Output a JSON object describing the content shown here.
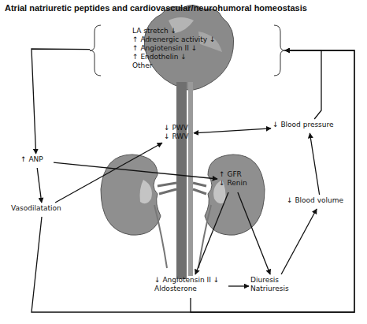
{
  "diagram": {
    "title": "Atrial natriuretic peptides and cardiovascular/neurohumoral homeostasis",
    "nodes": [
      {
        "text": [
          "LA stretch ↓",
          "↑ Adrenergic activity ↓",
          "↑ Angiotensin II ↓",
          "↑ Endothelin ↓",
          "Other"
        ]
      },
      {
        "text": [
          "↑ ANP"
        ]
      },
      {
        "text": [
          "Vasodilatation"
        ]
      },
      {
        "text": [
          "↓ PWV ↓ RWV"
        ]
      },
      {
        "text": [
          "↓ Blood pressure"
        ]
      },
      {
        "text": [
          "↑ GFR ↓ Renin"
        ]
      },
      {
        "text": [
          "↓ Blood volume"
        ]
      },
      {
        "text": [
          "↓ Angiotensin II ↓ Aldosterone"
        ]
      },
      {
        "text": [
          "Diuresis Natriuresis"
        ]
      }
    ],
    "edges": [
      {
        "from": 0,
        "to": 1,
        "arrow": "to"
      },
      {
        "from": 1,
        "to": 2,
        "arrow": "to"
      },
      {
        "from": 1,
        "to": 5,
        "arrow": "to"
      },
      {
        "from": 2,
        "to": 3,
        "arrow": "to"
      },
      {
        "from": 3,
        "to": 4,
        "arrow": "both"
      },
      {
        "from": 4,
        "to": 0,
        "arrow": "to"
      },
      {
        "from": 5,
        "to": 8,
        "arrow": "to"
      },
      {
        "from": 5,
        "to": 7,
        "arrow": "to"
      },
      {
        "from": 7,
        "to": 8,
        "arrow": "to"
      },
      {
        "from": 8,
        "to": 6,
        "arrow": "to"
      },
      {
        "from": 6,
        "to": 4,
        "arrow": "to"
      },
      {
        "from": 2,
        "to": 0,
        "arrow": "to"
      },
      {
        "from": 7,
        "to": 0,
        "arrow": "to"
      }
    ]
  }
}
